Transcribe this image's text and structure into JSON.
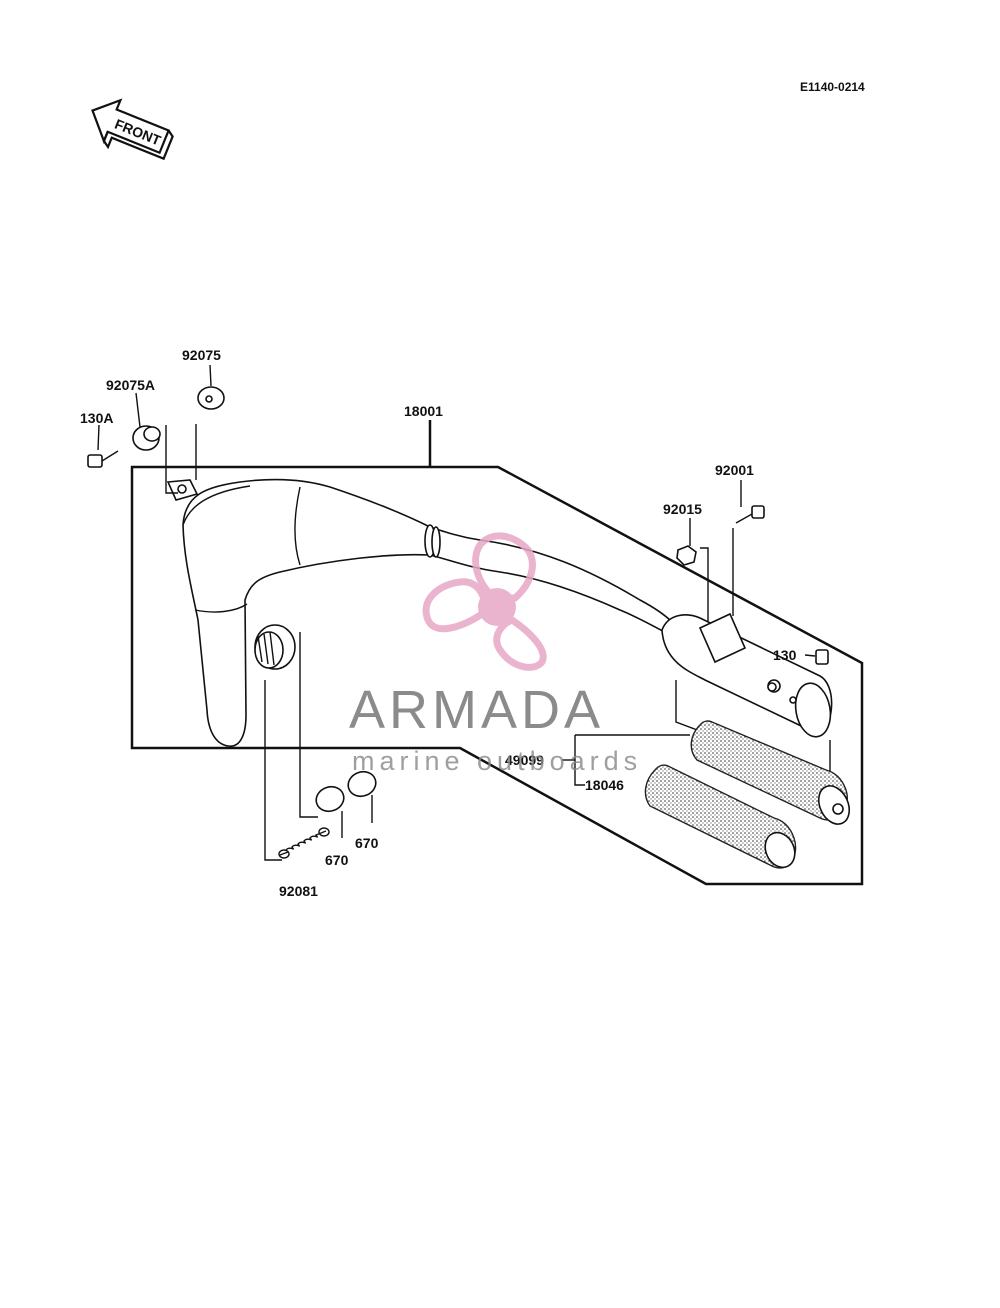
{
  "diagram": {
    "reference_code": "E1140-0214",
    "front_label": "FRONT",
    "watermark": {
      "brand": "ARMADA",
      "tagline": "marine outboards",
      "color": "#e8a7c6"
    },
    "callouts": {
      "p18001": "18001",
      "p92075": "92075",
      "p92075A": "92075A",
      "p130A": "130A",
      "p92001": "92001",
      "p92015": "92015",
      "p130": "130",
      "p49099": "49099",
      "p18046": "18046",
      "p670a": "670",
      "p670b": "670",
      "p92081": "92081"
    }
  }
}
